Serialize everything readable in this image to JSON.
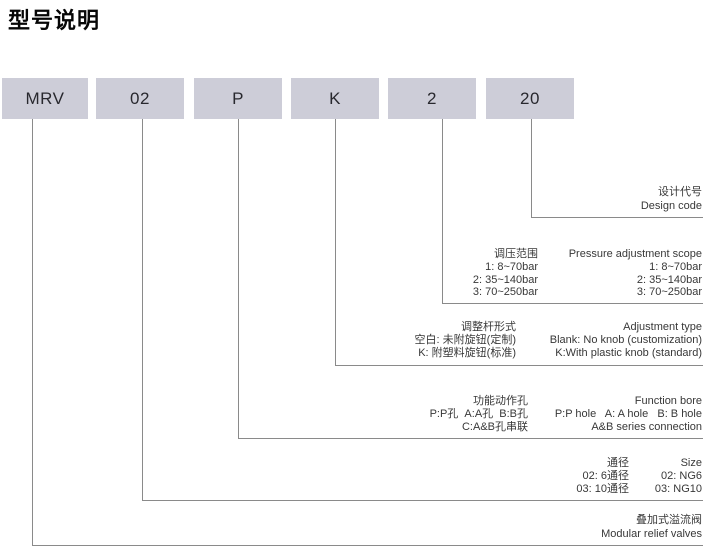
{
  "title": "型号说明",
  "colors": {
    "box_fill": "#cdcdd8",
    "line_color": "#8a8a8a"
  },
  "code_boxes": [
    "MRV",
    "02",
    "P",
    "K",
    "2",
    "20"
  ],
  "sections": {
    "design_code": {
      "zh": "设计代号",
      "en": "Design code"
    },
    "pressure": {
      "header_zh": "调压范围",
      "header_en": "Pressure adjustment scope",
      "rows": [
        {
          "zh": "1: 8~70bar",
          "en": "1: 8~70bar"
        },
        {
          "zh": "2: 35~140bar",
          "en": "2: 35~140bar"
        },
        {
          "zh": "3: 70~250bar",
          "en": "3: 70~250bar"
        }
      ]
    },
    "adjustment": {
      "header_zh": "调整杆形式",
      "header_en": "Adjustment type",
      "rows": [
        {
          "zh": "空白: 未附旋钮(定制)",
          "en": "Blank: No knob (customization)"
        },
        {
          "zh": "K: 附塑料旋钮(标准)",
          "en": "K:With plastic knob (standard)"
        }
      ]
    },
    "function_bore": {
      "header_zh": "功能动作孔",
      "header_en": "Function bore",
      "rows": [
        {
          "zh": "P:P孔  A:A孔  B:B孔",
          "en": "P:P hole   A: A hole   B: B hole"
        },
        {
          "zh": "C:A&B孔串联",
          "en": "A&B series connection"
        }
      ]
    },
    "size": {
      "header_zh": "通径",
      "header_en": "Size",
      "rows": [
        {
          "zh": "02: 6通径",
          "en": "02: NG6"
        },
        {
          "zh": "03: 10通径",
          "en": "03: NG10"
        }
      ]
    },
    "product": {
      "zh": "叠加式溢流阀",
      "en": "Modular relief valves"
    }
  }
}
